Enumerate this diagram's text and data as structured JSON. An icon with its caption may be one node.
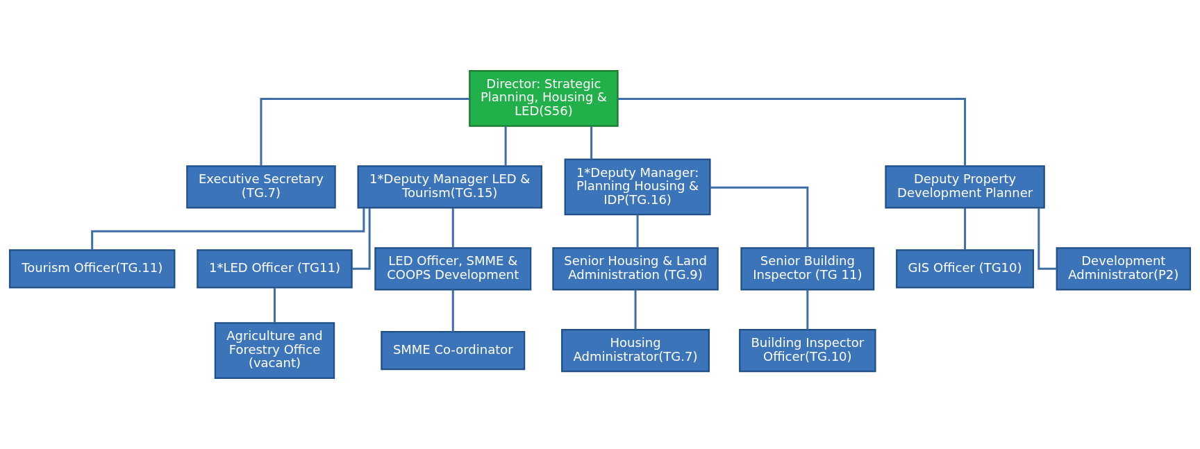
{
  "diagram": {
    "nodes": [
      {
        "text": [
          "Director: Strategic Planning, Housing & LED(S56)"
        ]
      },
      {
        "text": [
          "Executive Secretary (TG.7)"
        ]
      },
      {
        "text": [
          "1*Deputy Manager LED & Tourism(TG.15)"
        ]
      },
      {
        "text": [
          "1*Deputy Manager: Planning Housing & IDP(TG.16)"
        ]
      },
      {
        "text": [
          "Deputy Property Development Planner"
        ]
      },
      {
        "text": [
          "Tourism Officer(TG.11)"
        ]
      },
      {
        "text": [
          "1*LED Officer (TG11)"
        ]
      },
      {
        "text": [
          "LED Officer, SMME & COOPS Development"
        ]
      },
      {
        "text": [
          "Senior Housing & Land Administration (TG.9)"
        ]
      },
      {
        "text": [
          "Senior Building Inspector (TG 11)"
        ]
      },
      {
        "text": [
          "GIS Officer (TG10)"
        ]
      },
      {
        "text": [
          "Agriculture and Forestry Office (vacant)"
        ]
      },
      {
        "text": [
          "SMME Co-ordinator"
        ]
      },
      {
        "text": [
          "Housing Administrator(TG.7)"
        ]
      },
      {
        "text": [
          "Building Inspector Officer(TG.10)"
        ]
      },
      {
        "text": [
          "Development Administrator(P2)"
        ]
      }
    ],
    "edges": [
      {
        "from": 0,
        "to": 1,
        "arrow": "none"
      },
      {
        "from": 0,
        "to": 2,
        "arrow": "none"
      },
      {
        "from": 0,
        "to": 3,
        "arrow": "none"
      },
      {
        "from": 0,
        "to": 4,
        "arrow": "none"
      },
      {
        "from": 2,
        "to": 5,
        "arrow": "none"
      },
      {
        "from": 2,
        "to": 6,
        "arrow": "none"
      },
      {
        "from": 2,
        "to": 7,
        "arrow": "none"
      },
      {
        "from": 3,
        "to": 8,
        "arrow": "none"
      },
      {
        "from": 3,
        "to": 9,
        "arrow": "none"
      },
      {
        "from": 4,
        "to": 10,
        "arrow": "none"
      },
      {
        "from": 4,
        "to": 15,
        "arrow": "none"
      },
      {
        "from": 6,
        "to": 11,
        "arrow": "none"
      },
      {
        "from": 7,
        "to": 12,
        "arrow": "none"
      },
      {
        "from": 8,
        "to": 13,
        "arrow": "none"
      },
      {
        "from": 9,
        "to": 14,
        "arrow": "none"
      }
    ]
  }
}
